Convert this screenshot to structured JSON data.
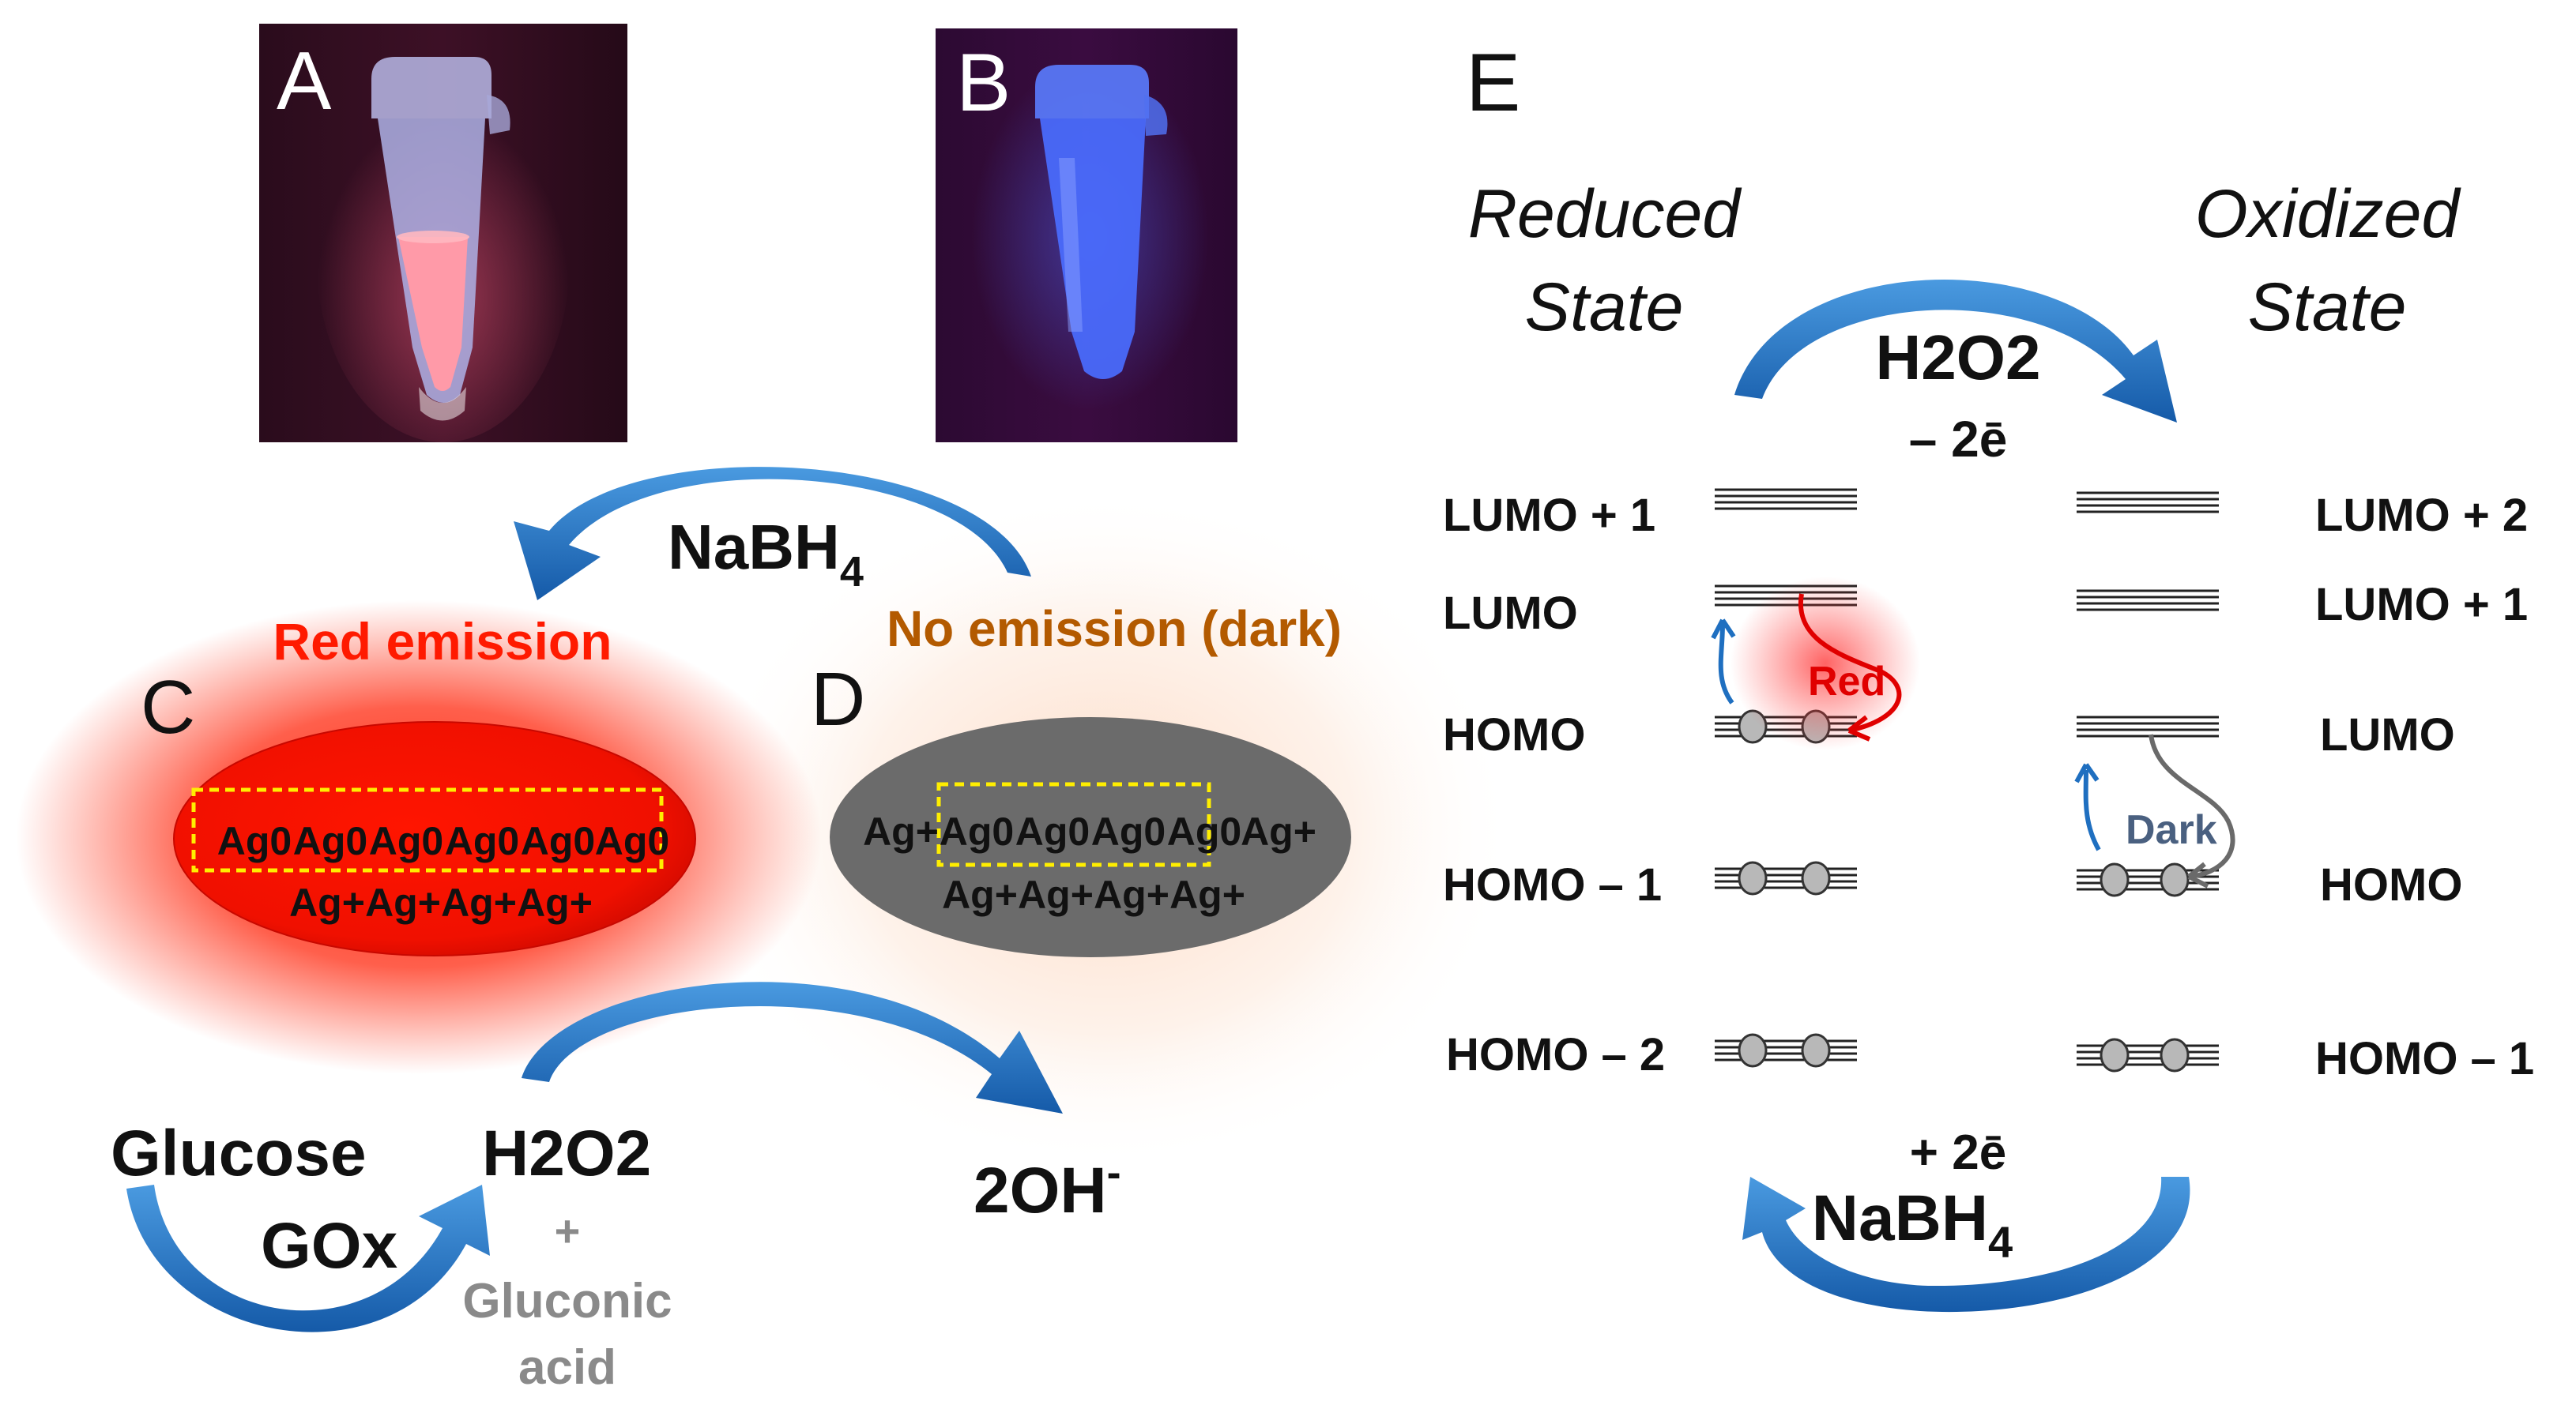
{
  "panels": {
    "a": "A",
    "b": "B",
    "c": "C",
    "d": "D",
    "e": "E"
  },
  "colors": {
    "arrow": "#1f6fc0",
    "red": "#ff1a00",
    "brown": "#b35a00",
    "gray_ellipse": "#6b6b6b",
    "gluconic": "#8a8a8a",
    "dashed_box": "#ffee00"
  },
  "top_reaction": {
    "reagent_main": "NaBH",
    "reagent_sub": "4"
  },
  "states": {
    "red": "Red emission",
    "dark": "No emission (dark)"
  },
  "cluster_c": {
    "row1": [
      "Ag0",
      "Ag0",
      "Ag0",
      "Ag0",
      "Ag0",
      "Ag0"
    ],
    "row2": [
      "Ag+",
      "Ag+",
      "Ag+",
      "Ag+"
    ]
  },
  "cluster_d": {
    "row1": [
      "Ag+",
      "Ag0",
      "Ag0",
      "Ag0",
      "Ag0",
      "Ag+"
    ],
    "row2": [
      "Ag+",
      "Ag+",
      "Ag+",
      "Ag+"
    ]
  },
  "bottom": {
    "glucose": "Glucose",
    "gox": "GOx",
    "h2o2": "H2O2",
    "plus": "+",
    "gluconic1": "Gluconic",
    "gluconic2": "acid",
    "hydroxide_main": "2OH",
    "hydroxide_sup": "-"
  },
  "panel_e": {
    "reduced1": "Reduced",
    "reduced2": "State",
    "oxidized1": "Oxidized",
    "oxidized2": "State",
    "top_reagent": "H2O2",
    "top_electrons": "– 2ē",
    "bottom_electrons": "+ 2ē",
    "bottom_reagent_main": "NaBH",
    "bottom_reagent_sub": "4",
    "left_levels": [
      "LUMO + 1",
      "LUMO",
      "HOMO",
      "HOMO – 1",
      "HOMO – 2"
    ],
    "right_levels": [
      "LUMO + 2",
      "LUMO + 1",
      "LUMO",
      "HOMO",
      "HOMO – 1"
    ],
    "red_label": "Red",
    "dark_label": "Dark"
  }
}
